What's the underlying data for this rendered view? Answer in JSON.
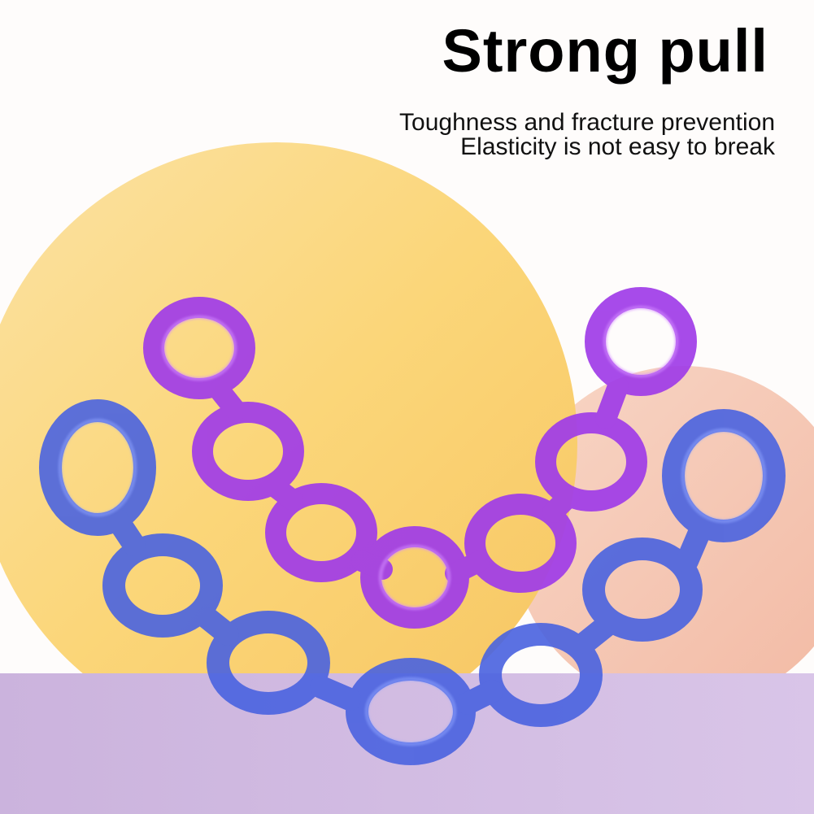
{
  "headline": {
    "title": "Strong pull"
  },
  "features": [
    "Toughness and fracture prevention",
    "Elasticity is not easy to break"
  ],
  "scene": {
    "icons": [
      "yellow-circle-backdrop",
      "peach-circle-backdrop",
      "purple-platform"
    ],
    "colors": {
      "background": "#fefcfb",
      "yellow_circle": "#fbd679",
      "peach_circle": "#f4c4b2",
      "platform": "#d4bfe4",
      "purple_band": "#a03ce8",
      "blue_band": "#4a63e0"
    }
  },
  "product": {
    "icons": [
      "purple-resistance-band",
      "blue-resistance-band"
    ]
  }
}
